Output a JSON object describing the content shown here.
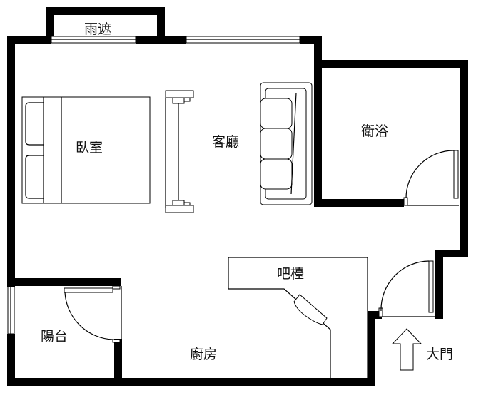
{
  "rooms": {
    "canopy": "雨遮",
    "bedroom": "臥室",
    "living_room": "客廳",
    "bathroom": "衛浴",
    "bar_counter": "吧檯",
    "balcony": "陽台",
    "kitchen": "廚房",
    "main_entrance": "大門"
  },
  "colors": {
    "wall": "#000000",
    "background": "#ffffff",
    "line": "#000000"
  },
  "icons": {
    "entrance_arrow": "up-arrow-icon"
  }
}
